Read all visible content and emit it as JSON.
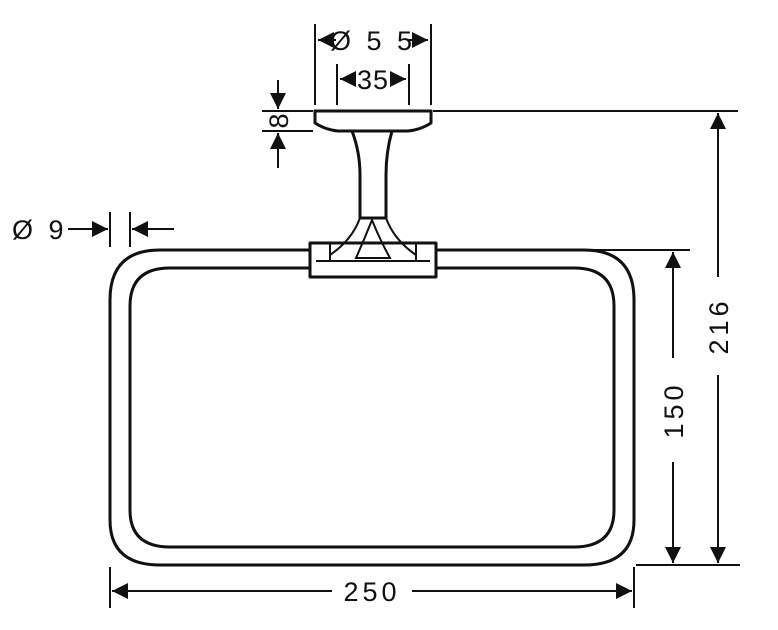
{
  "dimensions": {
    "base_diameter": "Ø 5 5",
    "neck_width": "35",
    "base_thickness": "8",
    "bar_diameter": "Ø 9",
    "ring_height": "150",
    "total_height": "216",
    "total_width": "250"
  },
  "colors": {
    "line": "#111111",
    "background": "#ffffff"
  }
}
